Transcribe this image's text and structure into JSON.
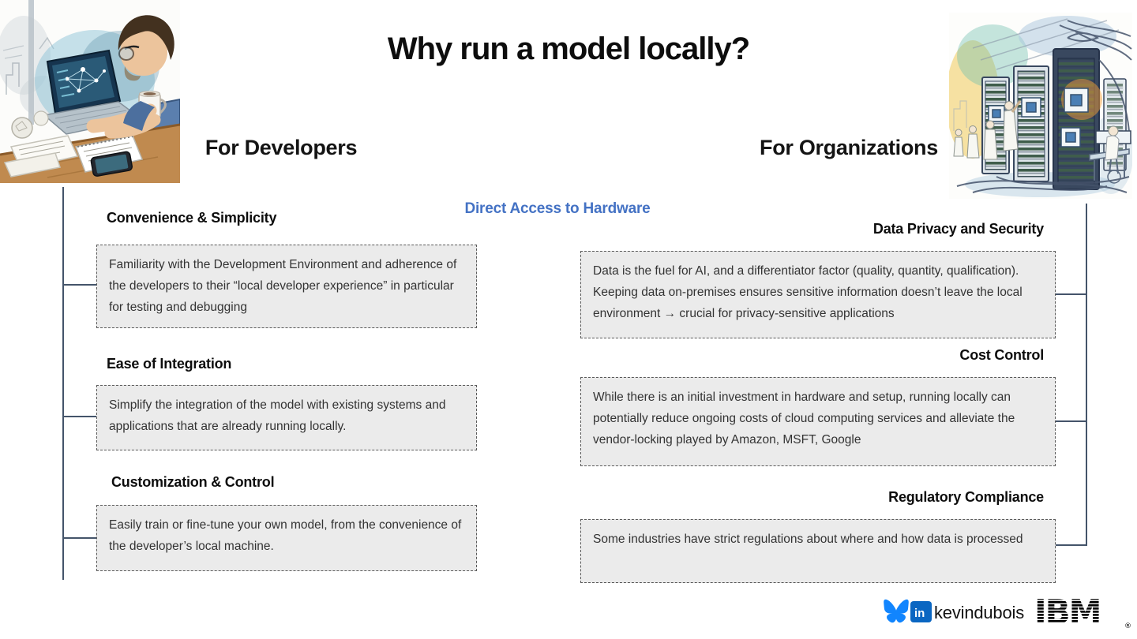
{
  "title": "Why run a model locally?",
  "center_label": "Direct Access to Hardware",
  "developers": {
    "heading": "For Developers",
    "items": [
      {
        "heading": "Convenience & Simplicity",
        "body": "Familiarity with the Development Environment and adherence of the developers to their “local developer experience” in particular for testing and debugging"
      },
      {
        "heading": "Ease of Integration",
        "body": "Simplify the integration of the model with existing systems and applications that are already running locally."
      },
      {
        "heading": "Customization & Control",
        "body": "Easily train or fine-tune your own model, from the convenience of the developer’s local machine."
      }
    ]
  },
  "organizations": {
    "heading": "For Organizations",
    "items": [
      {
        "heading": "Data Privacy and Security",
        "body": "Data is the fuel for AI, and a differentiator factor (quality, quantity, qualification). Keeping data on-premises ensures sensitive information doesn’t leave the local environment → crucial for privacy-sensitive applications"
      },
      {
        "heading": "Cost Control",
        "body": "While there is an initial investment in hardware and setup, running locally can potentially reduce ongoing costs of cloud computing services and alleviate the vendor-locking played by Amazon, MSFT, Google"
      },
      {
        "heading": "Regulatory Compliance",
        "body": "Some industries have strict regulations about where and how data is processed"
      }
    ]
  },
  "footer": {
    "handle": "kevindubois",
    "linkedin_text": "in",
    "ibm_logo": "IBM",
    "reg_mark": "®"
  },
  "colors": {
    "accent_blue": "#4472c4",
    "connector_line": "#44546a",
    "box_fill": "#ebebeb",
    "box_border": "#595959",
    "bluesky_blue": "#1185fe",
    "linkedin_blue": "#0a66c2"
  },
  "illustrations": {
    "left": "developer-working-at-laptop-watercolor",
    "right": "server-racks-data-center-watercolor"
  }
}
